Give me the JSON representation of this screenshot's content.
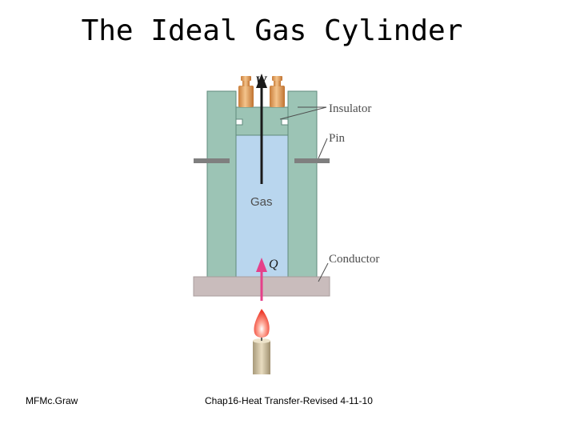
{
  "slide": {
    "title": "The Ideal Gas Cylinder",
    "footer_left": "MFMc.Graw",
    "footer_center": "Chap16-Heat Transfer-Revised 4-11-10"
  },
  "diagram": {
    "labels": {
      "work": "W",
      "insulator": "Insulator",
      "pin": "Pin",
      "gas": "Gas",
      "conductor": "Conductor",
      "heat": "Q"
    },
    "colors": {
      "wall": "#9cc4b5",
      "wall_edge": "#5f8a7c",
      "gas": "#b9d6ee",
      "conductor_base": "#c9bcbc",
      "pin": "#7f7f7f",
      "weight": "#e4a86a",
      "heat_arrow": "#e5408a",
      "work_arrow": "#1a1a1a",
      "candle": "#cdbf9e",
      "flame": "#ee3a2a"
    }
  }
}
